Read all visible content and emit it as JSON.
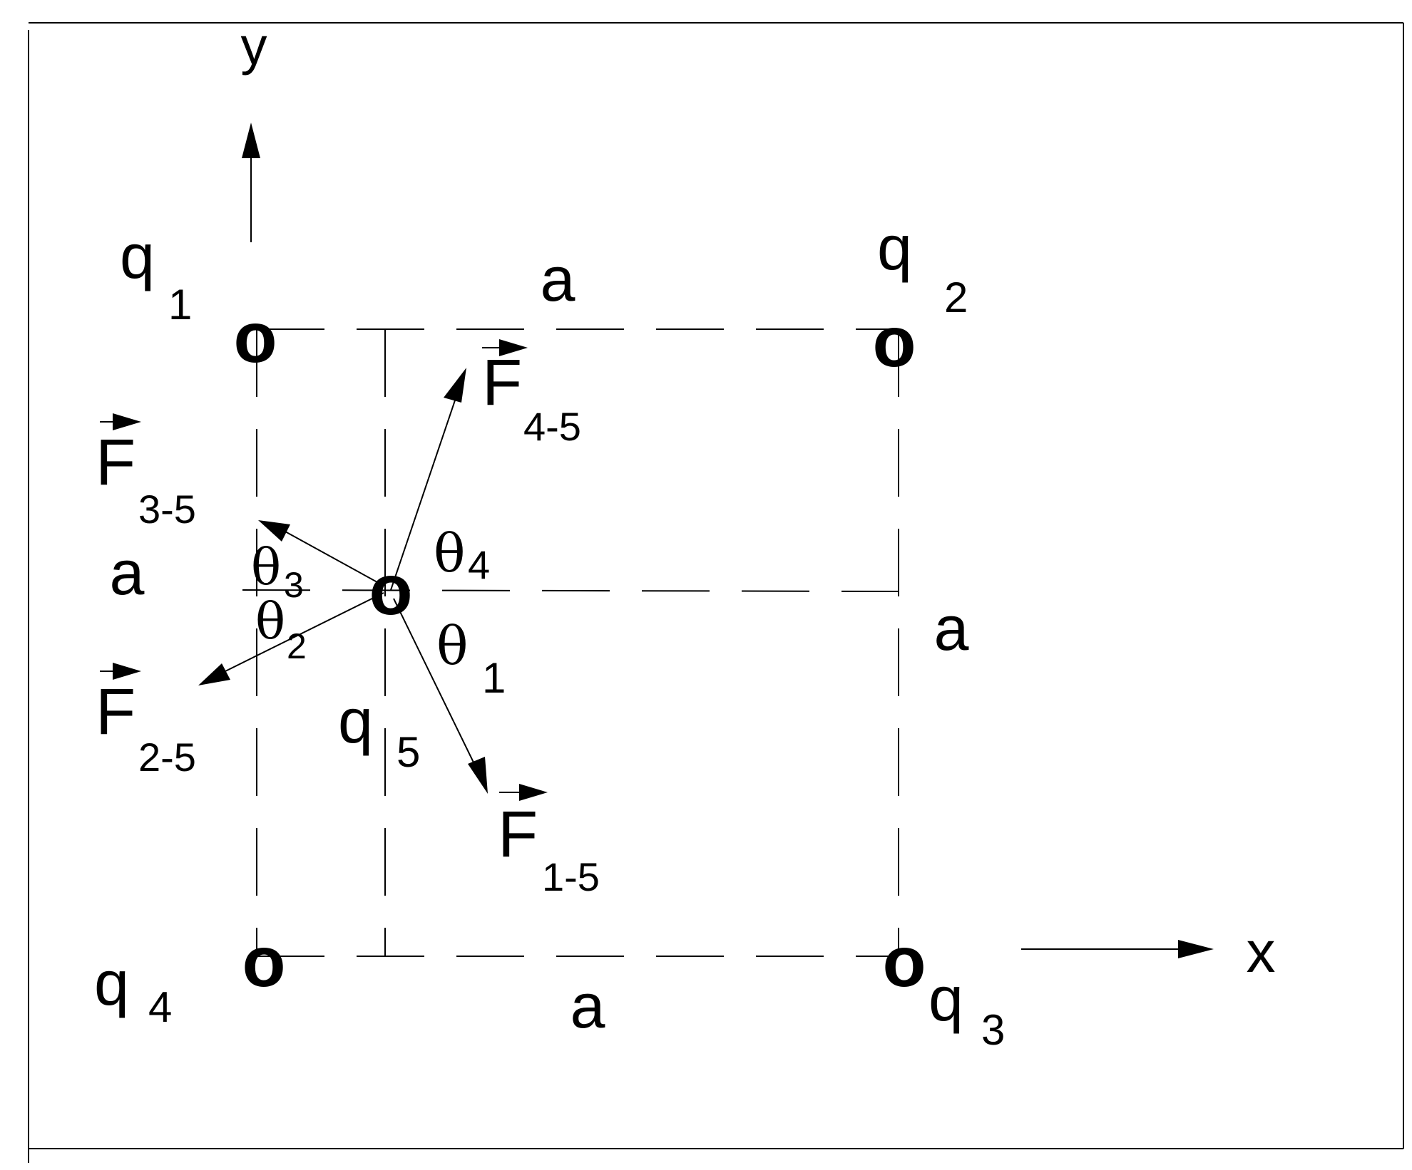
{
  "axes": {
    "x_label": "x",
    "y_label": "y"
  },
  "charges": [
    {
      "name": "q",
      "sub": "1"
    },
    {
      "name": "q",
      "sub": "2"
    },
    {
      "name": "q",
      "sub": "3"
    },
    {
      "name": "q",
      "sub": "4"
    },
    {
      "name": "q",
      "sub": "5"
    }
  ],
  "charge_symbol": "o",
  "sides": {
    "top": "a",
    "right": "a",
    "bottom": "a",
    "left": "a"
  },
  "forces": [
    {
      "name": "F",
      "sub": "1-5"
    },
    {
      "name": "F",
      "sub": "2-5"
    },
    {
      "name": "F",
      "sub": "3-5"
    },
    {
      "name": "F",
      "sub": "4-5"
    }
  ],
  "angles": [
    {
      "symbol": "θ",
      "sub": "1"
    },
    {
      "symbol": "θ",
      "sub": "2"
    },
    {
      "symbol": "θ",
      "sub": "3"
    },
    {
      "symbol": "θ",
      "sub": "4"
    }
  ]
}
